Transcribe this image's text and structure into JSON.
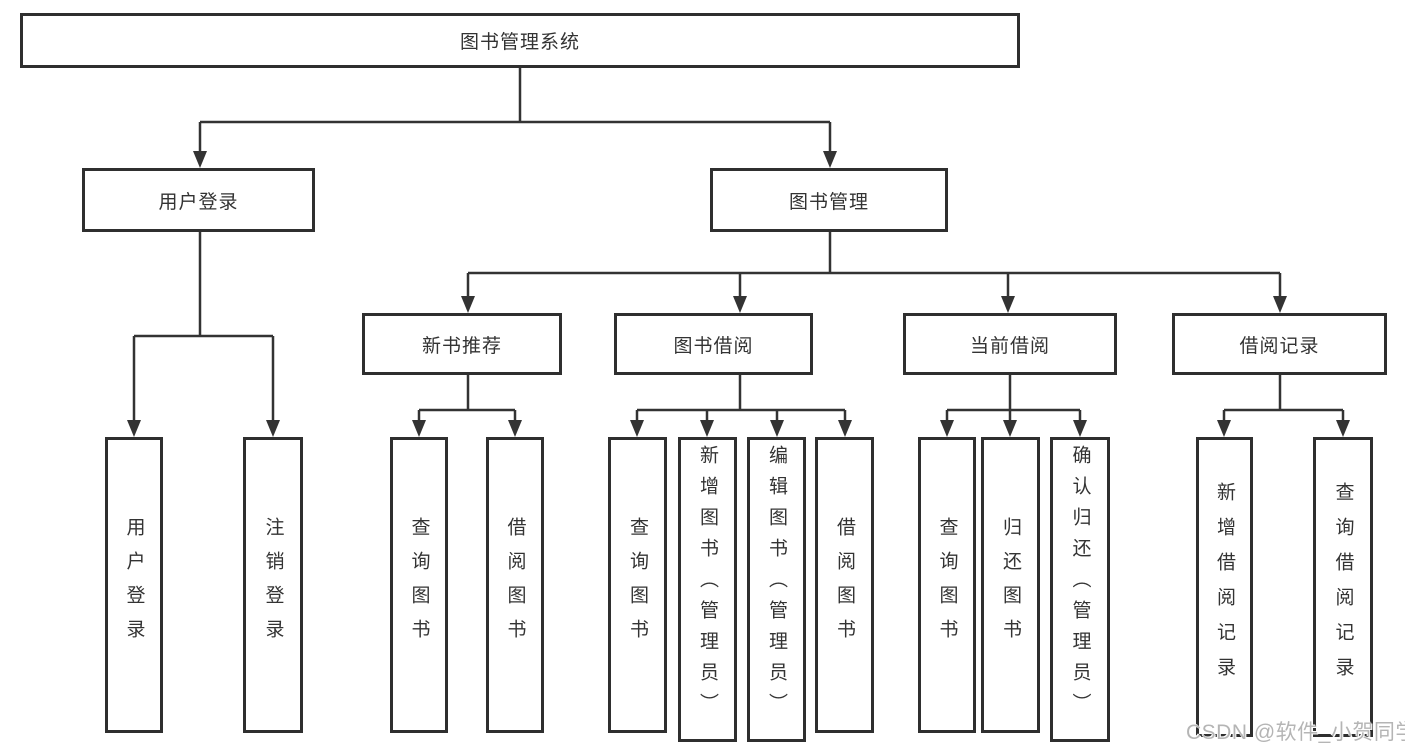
{
  "diagram_title": "图书管理系统",
  "tree": {
    "root": {
      "label": "图书管理系统"
    },
    "branches": [
      {
        "label": "用户登录",
        "leaves": [
          {
            "label": "用户登录"
          },
          {
            "label": "注销登录"
          }
        ]
      },
      {
        "label": "图书管理",
        "groups": [
          {
            "label": "新书推荐",
            "leaves": [
              {
                "label": "查询图书"
              },
              {
                "label": "借阅图书"
              }
            ]
          },
          {
            "label": "图书借阅",
            "leaves": [
              {
                "label": "查询图书"
              },
              {
                "label": "新增图书（管理员）"
              },
              {
                "label": "编辑图书（管理员）"
              },
              {
                "label": "借阅图书"
              }
            ]
          },
          {
            "label": "当前借阅",
            "leaves": [
              {
                "label": "查询图书"
              },
              {
                "label": "归还图书"
              },
              {
                "label": "确认归还（管理员）"
              }
            ]
          },
          {
            "label": "借阅记录",
            "leaves": [
              {
                "label": "新增借阅记录"
              },
              {
                "label": "查询借阅记录"
              }
            ]
          }
        ]
      }
    ]
  },
  "watermark": "CSDN @软件_小贺同学",
  "colors": {
    "line": "#333333",
    "box_border": "#2f2f2f",
    "text": "#333333",
    "watermark": "#b5b5b5",
    "background": "#ffffff"
  }
}
